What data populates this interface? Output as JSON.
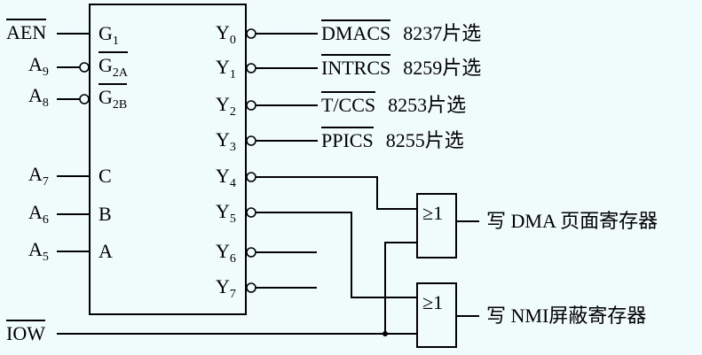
{
  "decoder": {
    "inputs": {
      "g1": {
        "main": "G",
        "sub": "1"
      },
      "g2a": {
        "main": "G",
        "sub": "2A"
      },
      "g2b": {
        "main": "G",
        "sub": "2B"
      },
      "c": "C",
      "b": "B",
      "a": "A"
    },
    "outputs": [
      {
        "main": "Y",
        "sub": "0"
      },
      {
        "main": "Y",
        "sub": "1"
      },
      {
        "main": "Y",
        "sub": "2"
      },
      {
        "main": "Y",
        "sub": "3"
      },
      {
        "main": "Y",
        "sub": "4"
      },
      {
        "main": "Y",
        "sub": "5"
      },
      {
        "main": "Y",
        "sub": "6"
      },
      {
        "main": "Y",
        "sub": "7"
      }
    ]
  },
  "signals": {
    "aen": "AEN",
    "iow": "IOW",
    "a9": {
      "main": "A",
      "sub": "9"
    },
    "a8": {
      "main": "A",
      "sub": "8"
    },
    "a7": {
      "main": "A",
      "sub": "7"
    },
    "a6": {
      "main": "A",
      "sub": "6"
    },
    "a5": {
      "main": "A",
      "sub": "5"
    }
  },
  "chip_selects": [
    {
      "signal": "DMACS",
      "desc": "8237片选"
    },
    {
      "signal": "INTRCS",
      "desc": "8259片选"
    },
    {
      "signal": "T/CCS",
      "desc": "8253片选"
    },
    {
      "signal": "PPICS",
      "desc": "8255片选"
    }
  ],
  "gates": [
    {
      "symbol": "≥1",
      "output": "写 DMA 页面寄存器"
    },
    {
      "symbol": "≥1",
      "output": "写 NMI屏蔽寄存器"
    }
  ]
}
